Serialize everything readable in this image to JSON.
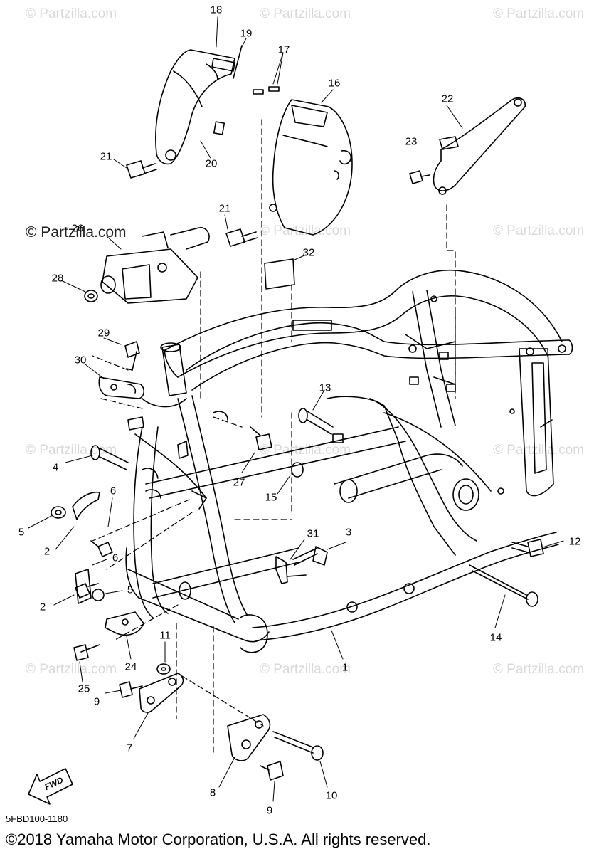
{
  "watermark": "© Partzilla.com",
  "watermark_logo": "© Partzilla.com",
  "diagram_code": "5FBD100-1180",
  "copyright": "©2018 Yamaha Motor Corporation, U.S.A. All rights reserved.",
  "fwd_label": "FWD",
  "callouts": [
    {
      "num": "1"
    },
    {
      "num": "2"
    },
    {
      "num": "2"
    },
    {
      "num": "3"
    },
    {
      "num": "4"
    },
    {
      "num": "5"
    },
    {
      "num": "5"
    },
    {
      "num": "6"
    },
    {
      "num": "6"
    },
    {
      "num": "7"
    },
    {
      "num": "8"
    },
    {
      "num": "9"
    },
    {
      "num": "9"
    },
    {
      "num": "10"
    },
    {
      "num": "11"
    },
    {
      "num": "12"
    },
    {
      "num": "13"
    },
    {
      "num": "14"
    },
    {
      "num": "15"
    },
    {
      "num": "16"
    },
    {
      "num": "17"
    },
    {
      "num": "18"
    },
    {
      "num": "19"
    },
    {
      "num": "20"
    },
    {
      "num": "21"
    },
    {
      "num": "21"
    },
    {
      "num": "22"
    },
    {
      "num": "23"
    },
    {
      "num": "24"
    },
    {
      "num": "25"
    },
    {
      "num": "26"
    },
    {
      "num": "27"
    },
    {
      "num": "28"
    },
    {
      "num": "29"
    },
    {
      "num": "30"
    },
    {
      "num": "31"
    },
    {
      "num": "32"
    }
  ]
}
